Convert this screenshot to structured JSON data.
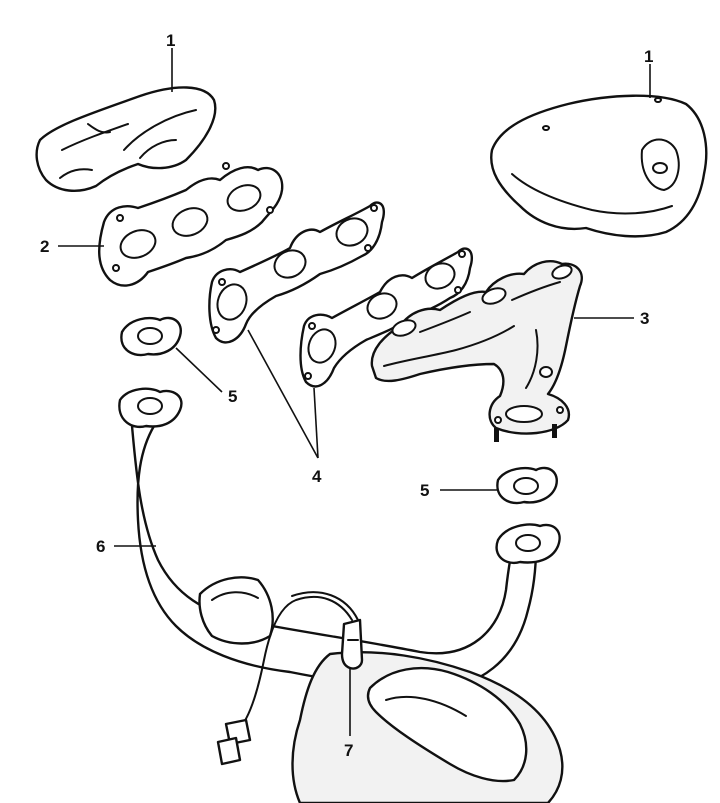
{
  "callouts": {
    "heat_shield_left": "1",
    "heat_shield_right": "1",
    "gasket_manifold": "2",
    "exhaust_manifold": "3",
    "manifold_gaskets": "4",
    "flange_gasket_left": "5",
    "flange_gasket_right": "5",
    "front_pipe": "6",
    "oxygen_sensor": "7"
  },
  "colors": {
    "line": "#111111",
    "background": "#ffffff"
  }
}
